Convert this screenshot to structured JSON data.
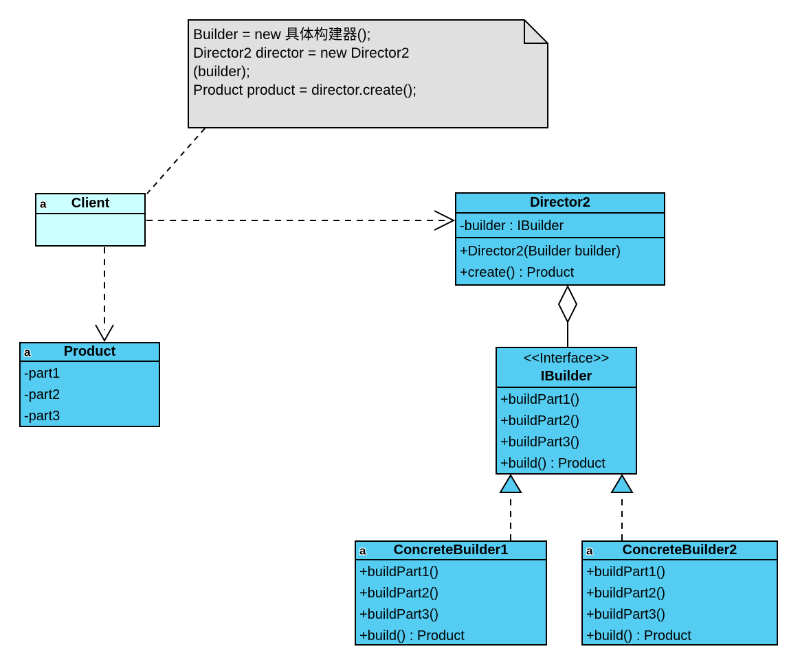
{
  "diagram_title": "Builder pattern UML class diagram",
  "colors": {
    "class_fill": "#55cdf2",
    "client_fill": "#ccffff",
    "note_fill": "#e0e0e0",
    "line": "#000000"
  },
  "note": {
    "lines": [
      "Builder = new 具体构建器();",
      "Director2 director = new Director2",
      "(builder);",
      "Product product = director.create();"
    ]
  },
  "classes": {
    "client": {
      "icon": "a",
      "name": "Client",
      "attributes": [],
      "methods": []
    },
    "director2": {
      "name": "Director2",
      "attributes": [
        "-builder : IBuilder"
      ],
      "methods": [
        "+Director2(Builder builder)",
        "+create() : Product"
      ]
    },
    "product": {
      "icon": "a",
      "name": "Product",
      "attributes": [
        "-part1",
        "-part2",
        "-part3"
      ]
    },
    "ibuilder": {
      "stereotype": "<<Interface>>",
      "name": "IBuilder",
      "methods": [
        "+buildPart1()",
        "+buildPart2()",
        "+buildPart3()",
        "+build() : Product"
      ]
    },
    "concrete_builder1": {
      "icon": "a",
      "name": "ConcreteBuilder1",
      "methods": [
        "+buildPart1()",
        "+buildPart2()",
        "+buildPart3()",
        "+build() : Product"
      ]
    },
    "concrete_builder2": {
      "icon": "a",
      "name": "ConcreteBuilder2",
      "methods": [
        "+buildPart1()",
        "+buildPart2()",
        "+buildPart3()",
        "+build() : Product"
      ]
    }
  },
  "relationships": [
    {
      "type": "note-anchor",
      "from": "note",
      "to": "Client",
      "style": "dashed"
    },
    {
      "type": "dependency",
      "from": "Client",
      "to": "Director2",
      "style": "dashed, open arrow"
    },
    {
      "type": "dependency",
      "from": "Client",
      "to": "Product",
      "style": "dashed, open arrow"
    },
    {
      "type": "aggregation",
      "from": "Director2",
      "to": "IBuilder",
      "style": "solid, hollow diamond at Director2"
    },
    {
      "type": "realization",
      "from": "ConcreteBuilder1",
      "to": "IBuilder",
      "style": "dashed, triangle at IBuilder"
    },
    {
      "type": "realization",
      "from": "ConcreteBuilder2",
      "to": "IBuilder",
      "style": "dashed, triangle at IBuilder"
    }
  ]
}
